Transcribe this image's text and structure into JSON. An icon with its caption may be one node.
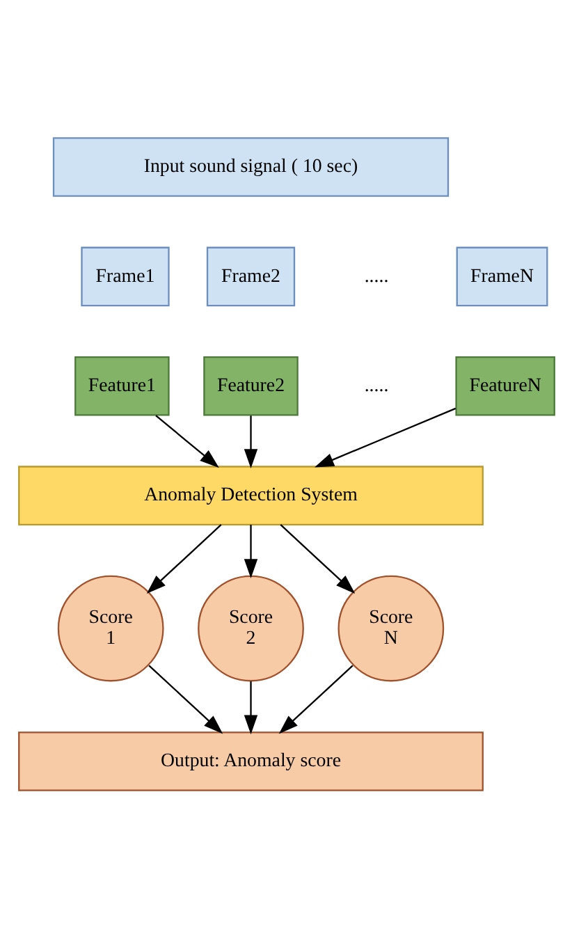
{
  "diagram": {
    "nodes": [
      {
        "text": [
          "Input sound signal ( 10 sec)"
        ]
      },
      {
        "text": [
          "Frame1"
        ]
      },
      {
        "text": [
          "Frame2"
        ]
      },
      {
        "text": [
          "FrameN"
        ]
      },
      {
        "text": [
          "Feature1"
        ]
      },
      {
        "text": [
          "Feature2"
        ]
      },
      {
        "text": [
          "FeatureN"
        ]
      },
      {
        "text": [
          "Anomaly Detection System"
        ]
      },
      {
        "text": [
          "Score 1"
        ]
      },
      {
        "text": [
          "Score 2"
        ]
      },
      {
        "text": [
          "Score N"
        ]
      },
      {
        "text": [
          "Output: Anomaly score"
        ]
      }
    ],
    "edges": [
      {
        "from": 4,
        "to": 7,
        "arrow": "to"
      },
      {
        "from": 5,
        "to": 7,
        "arrow": "to"
      },
      {
        "from": 6,
        "to": 7,
        "arrow": "to"
      },
      {
        "from": 7,
        "to": 8,
        "arrow": "to"
      },
      {
        "from": 7,
        "to": 9,
        "arrow": "to"
      },
      {
        "from": 7,
        "to": 10,
        "arrow": "to"
      },
      {
        "from": 8,
        "to": 11,
        "arrow": "to"
      },
      {
        "from": 9,
        "to": 11,
        "arrow": "to"
      },
      {
        "from": 10,
        "to": 11,
        "arrow": "to"
      }
    ],
    "labels": [
      ".....",
      "....."
    ]
  }
}
